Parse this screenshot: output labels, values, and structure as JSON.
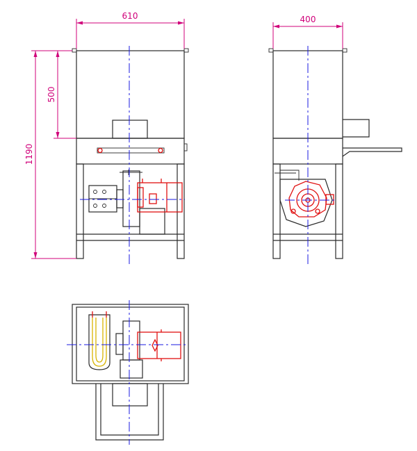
{
  "drawing": {
    "dimensions": {
      "front_width": "610",
      "side_width": "400",
      "total_height": "1190",
      "hopper_height": "500"
    },
    "colors": {
      "outline": "#2a2a2a",
      "centerline": "#1a1ae0",
      "dimension": "#d0007a",
      "motor": "#e01010",
      "element": "#d8b400"
    }
  }
}
